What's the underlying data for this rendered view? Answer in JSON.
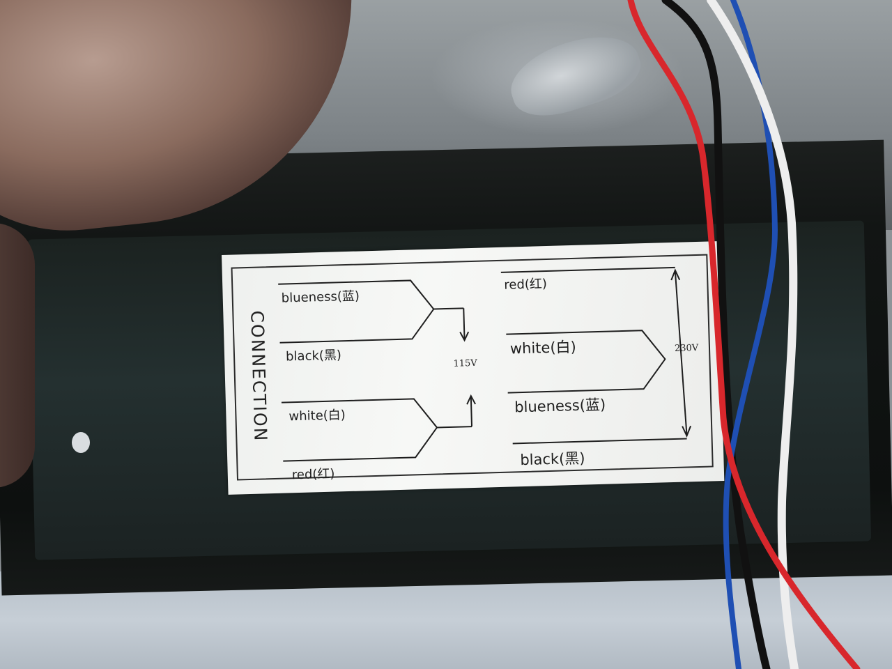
{
  "label": {
    "title": "CONNECTION",
    "left_group": {
      "voltage": "115V",
      "wires": [
        "blueness(蓝)",
        "black(黑)",
        "white(白)",
        "red(红)"
      ]
    },
    "right_group": {
      "voltage": "230V",
      "wires": [
        "red(红)",
        "white(白)",
        "blueness(蓝)",
        "black(黑)"
      ]
    }
  },
  "scene": {
    "cable_colors": {
      "black": "#111111",
      "red": "#d8272c",
      "white": "#eeeeee",
      "blue": "#1f4fb3"
    },
    "housing_color": "#121514"
  }
}
